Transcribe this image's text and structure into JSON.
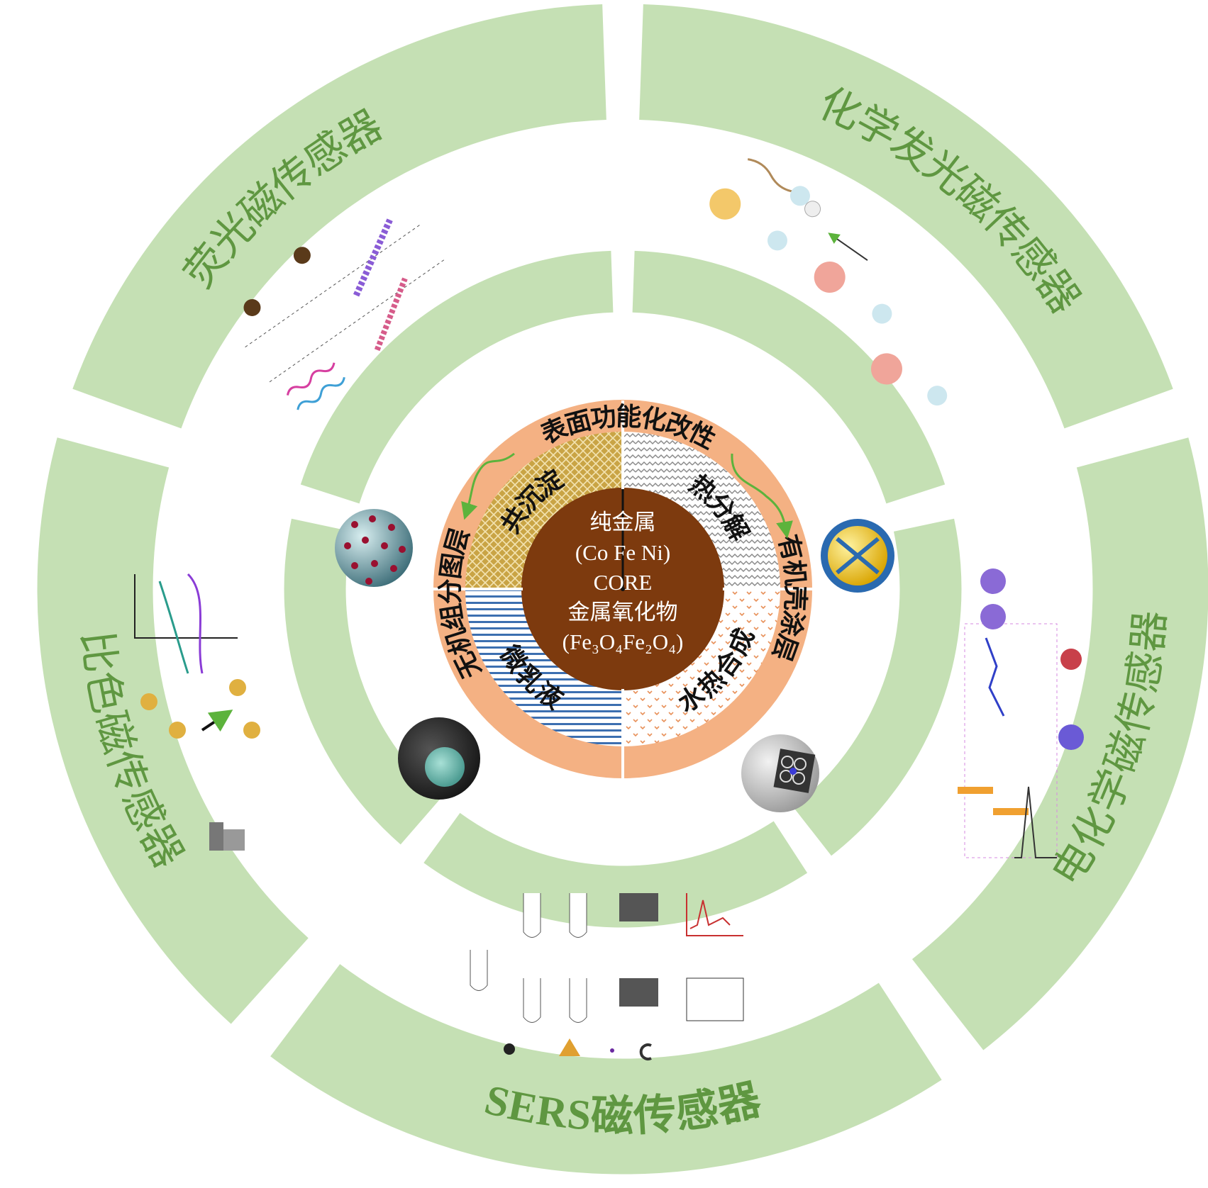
{
  "sensors": {
    "fluorescent": "荧光磁传感器",
    "chemiluminescent": "化学发光磁传感器",
    "electrochemical": "电化学磁传感器",
    "sers": "SERS磁传感器",
    "colorimetric": "比色磁传感器"
  },
  "surface_modification": {
    "title": "表面功能化改性",
    "inorganic": "无机组分图层",
    "organic": "有机壳涂层"
  },
  "synthesis_methods": {
    "coprecipitation": "共沉淀",
    "thermal_decomposition": "热分解",
    "microemulsion": "微乳液",
    "hydrothermal": "水热合成"
  },
  "core": {
    "line1": "纯金属",
    "line2": "(Co Fe Ni)",
    "line3": "CORE",
    "line4": "金属氧化物",
    "line5": "(Fe₃O₄Fe₂O₄)"
  },
  "colors": {
    "green_band": "#c5e0b4",
    "green_text": "#5f9741",
    "orange_ring": "#f4b183",
    "core_brown": "#7d3a0e",
    "arrow_green": "#5cb33c"
  }
}
